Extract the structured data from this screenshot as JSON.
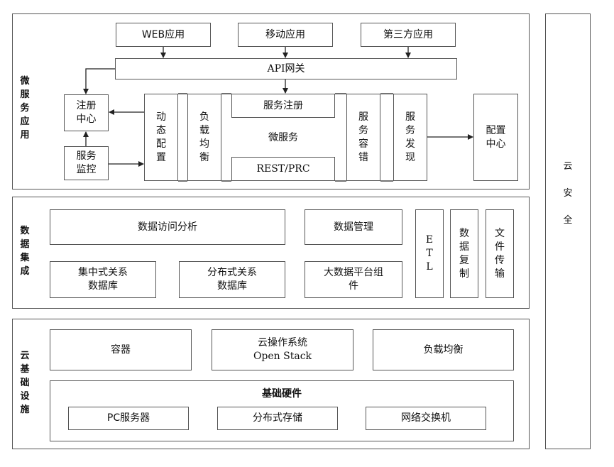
{
  "security": {
    "label": "云\n\n安\n\n全"
  },
  "microservice": {
    "label": "微\n服\n务\n应\n用",
    "apps": {
      "web": "WEB应用",
      "mobile": "移动应用",
      "third_party": "第三方应用"
    },
    "api_gateway": "API网关",
    "registry_center": "注册\n中心",
    "service_monitor": "服务\n监控",
    "dynamic_config": "动\n态\n配\n置",
    "load_balance": "负\n载\n均\n衡",
    "service_registration": "服务注册",
    "microservice": "微服务",
    "rest_rpc": "REST/PRC",
    "fault_tolerance": "服\n务\n容\n错",
    "service_discovery": "服\n务\n发\n现",
    "config_center": "配置\n中心"
  },
  "data_integration": {
    "label": "数\n据\n集\n成",
    "data_access": "数据访问分析",
    "data_management": "数据管理",
    "centralized_db": "集中式关系\n数据库",
    "distributed_db": "分布式关系\n数据库",
    "bigdata_platform": "大数据平台组\n件",
    "etl": "E\nT\nL",
    "data_replication": "数\n据\n复\n制",
    "file_transfer": "文\n件\n传\n输"
  },
  "cloud_infra": {
    "label": "云\n基\n础\n设\n施",
    "container": "容器",
    "cloud_os": "云操作系统\nOpen Stack",
    "load_balance": "负载均衡",
    "hardware_title": "基础硬件",
    "pc_server": "PC服务器",
    "distributed_storage": "分布式存储",
    "network_switch": "网络交换机"
  }
}
